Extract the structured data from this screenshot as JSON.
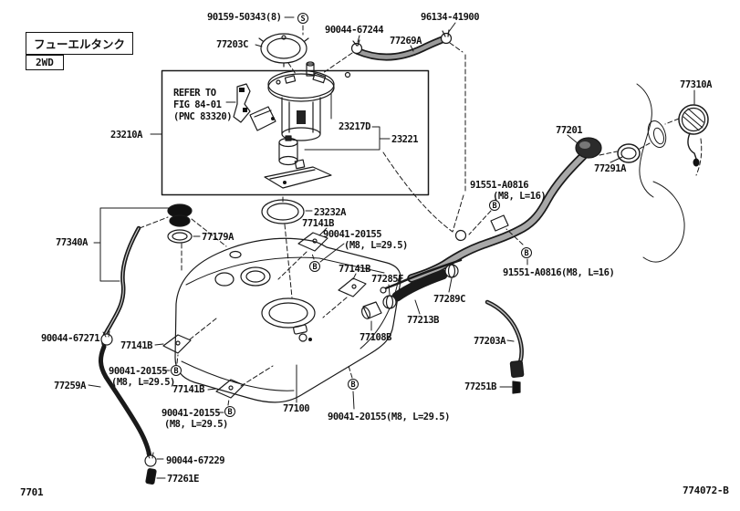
{
  "figure": {
    "system_label": "フューエルタンク",
    "variant_label": "2WD",
    "page_code": "7701",
    "figure_code": "774072-B"
  },
  "note": {
    "line1": "REFER TO",
    "line2": "FIG 84-01",
    "line3": "(PNC 83320)"
  },
  "symbols": {
    "s": "S",
    "b": "B"
  },
  "parts": {
    "screw_s": "90159-50343(8)",
    "plate_gasket": "77203C",
    "clamp_67244": "90044-67244",
    "clamp_96134": "96134-41900",
    "hose_77269a": "77269A",
    "cap_77310a": "77310A",
    "pipe_77201": "77201",
    "ring_77291a": "77291A",
    "pump_23210a": "23210A",
    "plate_23217d": "23217D",
    "filter_23221": "23221",
    "bolt_91551": "91551-A0816",
    "spec_m8_l16": "(M8, L=16)",
    "gasket_23232a": "23232A",
    "bracket_77141b": "77141B",
    "bolt_90041": "90041-20155",
    "spec_m8_l295": "(M8, L=29.5)",
    "ring_77179a": "77179A",
    "tube_77340a": "77340A",
    "clamp_77285f": "77285F",
    "clamp_77289c": "77289C",
    "hose_77213b": "77213B",
    "valve_77108b": "77108B",
    "hose_77203a": "77203A",
    "clamp_67271": "90044-67271",
    "hose_77259a": "77259A",
    "tank_77100": "77100",
    "plug_77251b": "77251B",
    "clamp_67229": "90044-67229",
    "connector_77261e": "77261E"
  }
}
